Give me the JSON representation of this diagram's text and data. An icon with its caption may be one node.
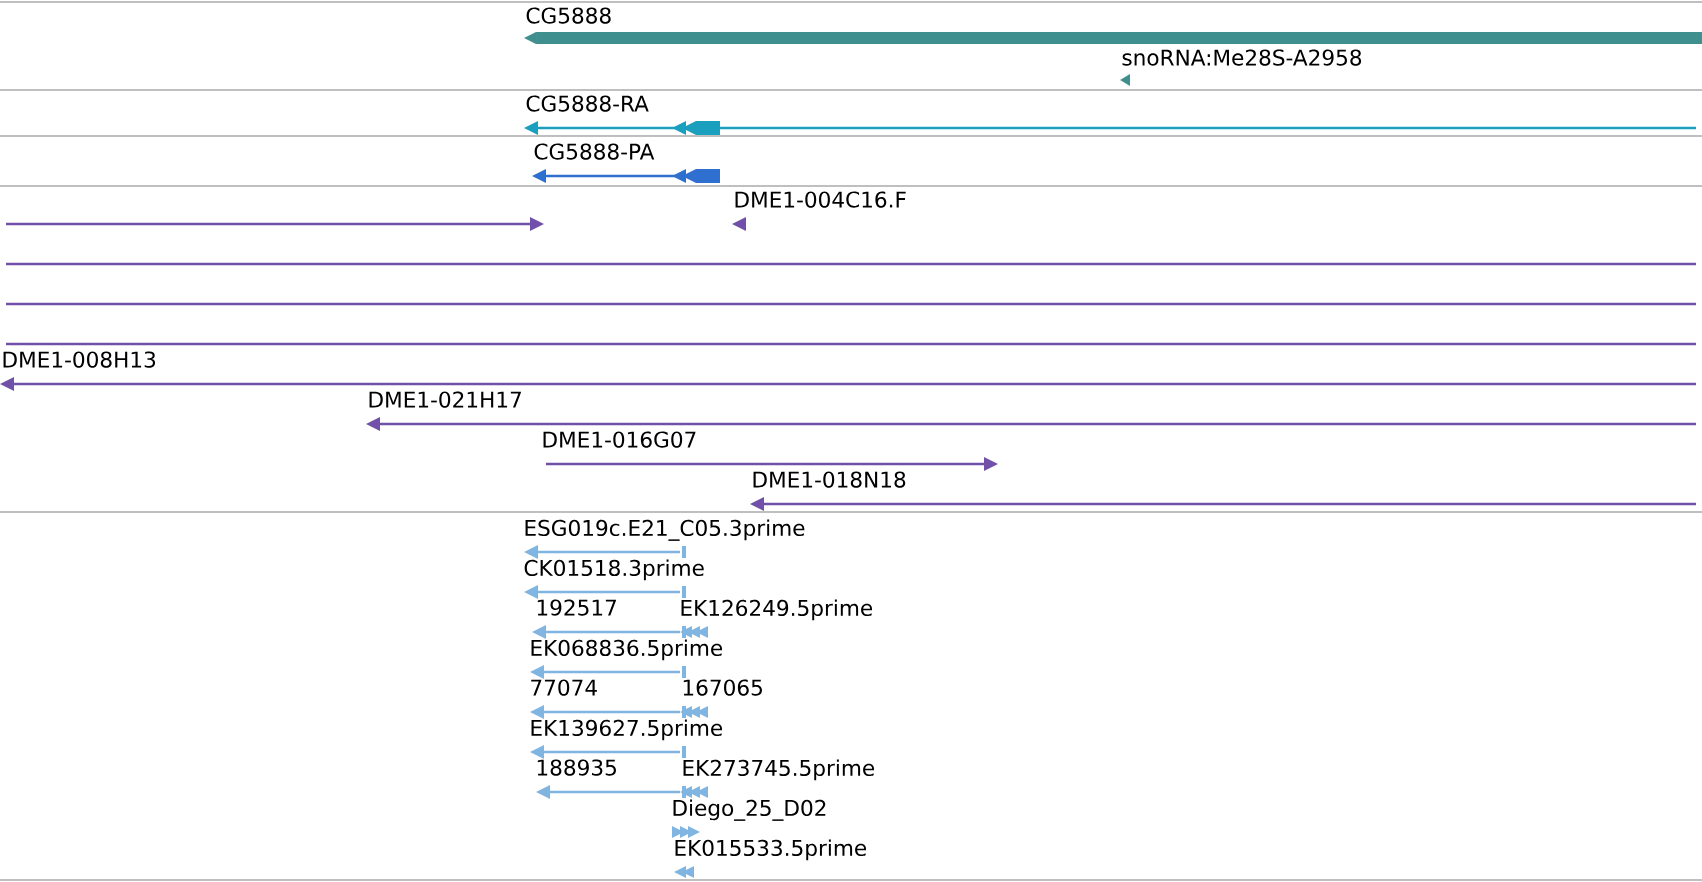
{
  "diagram": {
    "nodes": [
      {
        "text": [
          "CG5888"
        ]
      },
      {
        "text": [
          "snoRNA:Me28S-A2958"
        ]
      },
      {
        "text": [
          "CG5888-RA"
        ]
      },
      {
        "text": [
          "CG5888-PA"
        ]
      },
      {
        "text": [],
        "shape": "bar"
      },
      {
        "text": [
          "DME1-004C16.F"
        ]
      },
      {
        "text": [],
        "shape": "bar"
      },
      {
        "text": [],
        "shape": "bar"
      },
      {
        "text": [],
        "shape": "bar"
      },
      {
        "text": [
          "DME1-008H13"
        ]
      },
      {
        "text": [
          "DME1-021H17"
        ]
      },
      {
        "text": [
          "DME1-016G07"
        ]
      },
      {
        "text": [
          "DME1-018N18"
        ]
      },
      {
        "text": [
          "ESG019c.E21_C05.3prime"
        ]
      },
      {
        "text": [
          "CK01518.3prime"
        ]
      },
      {
        "text": [
          "192517"
        ]
      },
      {
        "text": [
          "EK126249.5prime"
        ]
      },
      {
        "text": [
          "EK068836.5prime"
        ]
      },
      {
        "text": [
          "77074"
        ]
      },
      {
        "text": [
          "167065"
        ]
      },
      {
        "text": [
          "EK139627.5prime"
        ]
      },
      {
        "text": [
          "188935"
        ]
      },
      {
        "text": [
          "EK273745.5prime"
        ]
      },
      {
        "text": [
          "Diego_25_D02"
        ]
      },
      {
        "text": [
          "EK015533.5prime"
        ]
      }
    ]
  }
}
